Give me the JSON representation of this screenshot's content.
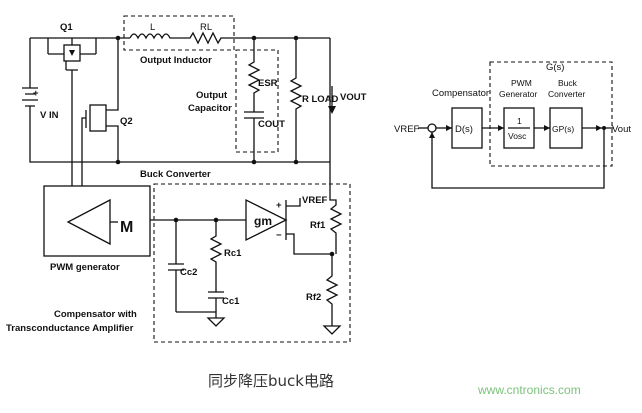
{
  "left": {
    "q1": "Q1",
    "q2": "Q2",
    "vin": "V IN",
    "vin_plus": "+",
    "inductor": "L",
    "rl": "RL",
    "output_inductor": "Output Inductor",
    "esr": "ESR",
    "cout": "COUT",
    "rload": "R LOAD",
    "vout": "VOUT",
    "output_capacitor_1": "Output",
    "output_capacitor_2": "Capacitor",
    "buck_converter": "Buck Converter",
    "pwm_generator": "PWM generator",
    "vref": "VREF",
    "gm": "gm",
    "plus": "+",
    "minus": "−",
    "rf1": "Rf1",
    "rf2": "Rf2",
    "rc1": "Rc1",
    "cc1": "Cc1",
    "cc2": "Cc2",
    "compensator_1": "Compensator with",
    "compensator_2": "Transconductance Amplifier"
  },
  "right": {
    "vref": "VREF",
    "compensator": "Compensator",
    "ds": "D(s)",
    "gs": "G(s)",
    "pwm_1": "PWM",
    "pwm_2": "Generator",
    "pwm_num": "1",
    "pwm_den": "Vosc",
    "buck_1": "Buck",
    "buck_2": "Converter",
    "gps": "GP(s)",
    "vout": "Vout"
  },
  "caption": "同步降压buck电路",
  "watermark": "www.cntronics.com",
  "sawtooth_label": "M"
}
